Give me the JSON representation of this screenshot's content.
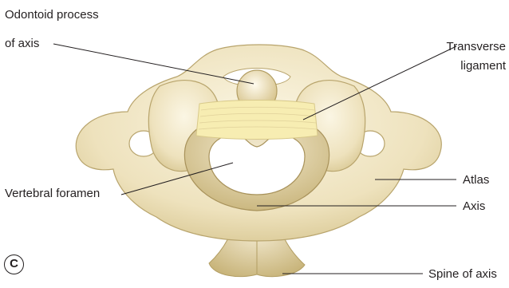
{
  "figure": {
    "panel_letter": "C",
    "labels": {
      "odontoid_line1": "Odontoid process",
      "odontoid_line2": "of axis",
      "transverse_line1": "Transverse",
      "transverse_line2": "ligament",
      "atlas": "Atlas",
      "axis": "Axis",
      "vertebral_foramen": "Vertebral foramen",
      "spine_of_axis": "Spine of axis"
    },
    "colors": {
      "bone": "#f1e7c7",
      "bone_shadow": "#d6c690",
      "bone_dark": "#b9a66e",
      "ligament": "#f7edb2",
      "leader_line": "#231f20"
    }
  }
}
